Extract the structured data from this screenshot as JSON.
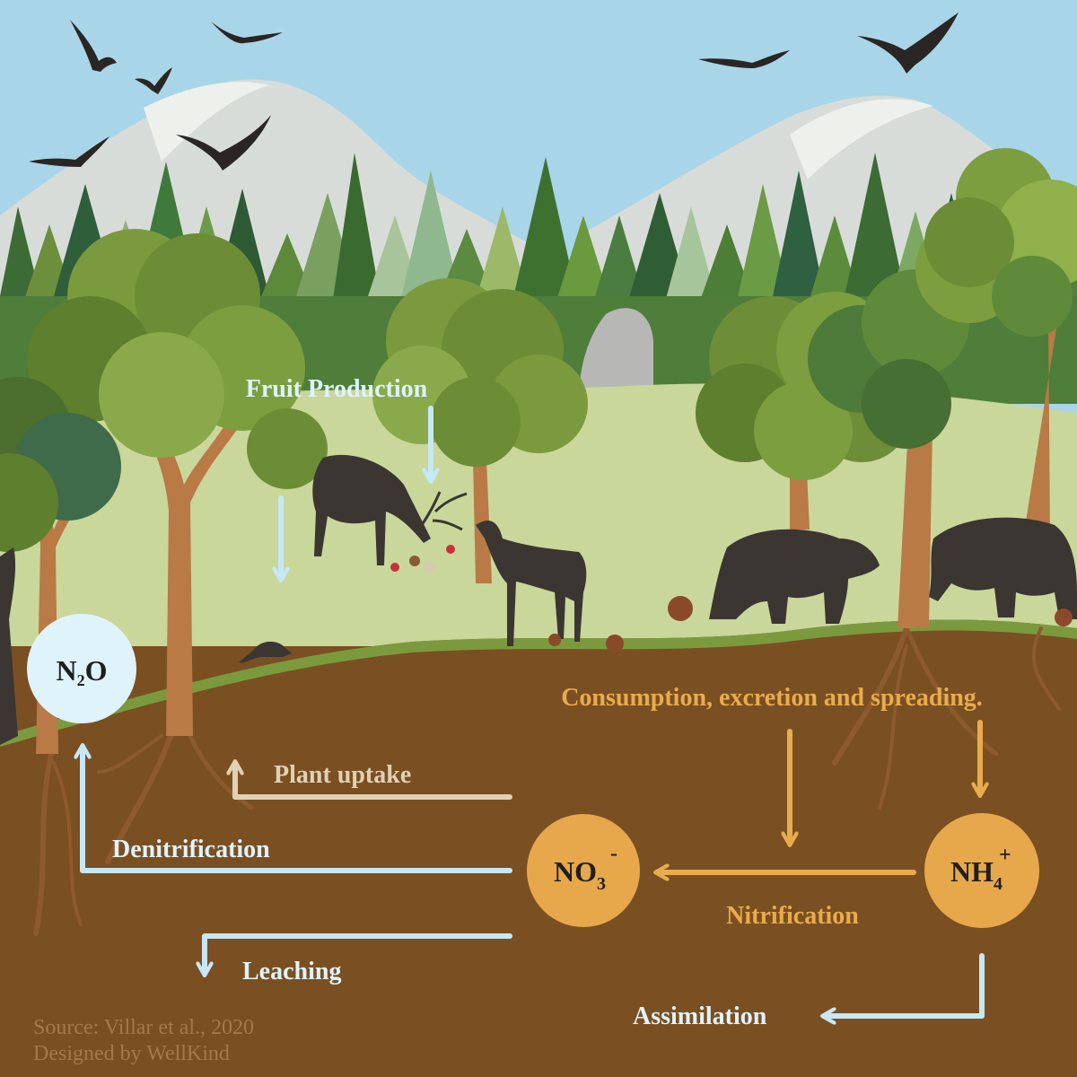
{
  "labels": {
    "fruit_production": "Fruit Production",
    "consumption": "Consumption, excretion and spreading.",
    "plant_uptake": "Plant uptake",
    "denitrification": "Denitrification",
    "nitrification": "Nitrification",
    "leaching": "Leaching",
    "assimilation": "Assimilation"
  },
  "nodes": {
    "n2o": {
      "main": "N",
      "sub": "2",
      "tail": "O"
    },
    "no3": {
      "main": "NO",
      "sub": "3",
      "sup": "-"
    },
    "nh4": {
      "main": "NH",
      "sub": "4",
      "sup": "+"
    }
  },
  "credits": {
    "source": "Source: Villar et al., 2020",
    "designer": "Designed by WellKind"
  },
  "colors": {
    "sky": "#a9d5e8",
    "soil": "#7a4f22",
    "grass": "#c9d79b",
    "blue_flow": "#c6e8f5",
    "orange_flow": "#e8ac4c",
    "beige_flow": "#e0d0b5",
    "node_blue": "#dff3fb",
    "node_orange": "#e6a84a",
    "credit_text": "#a37a4a"
  }
}
